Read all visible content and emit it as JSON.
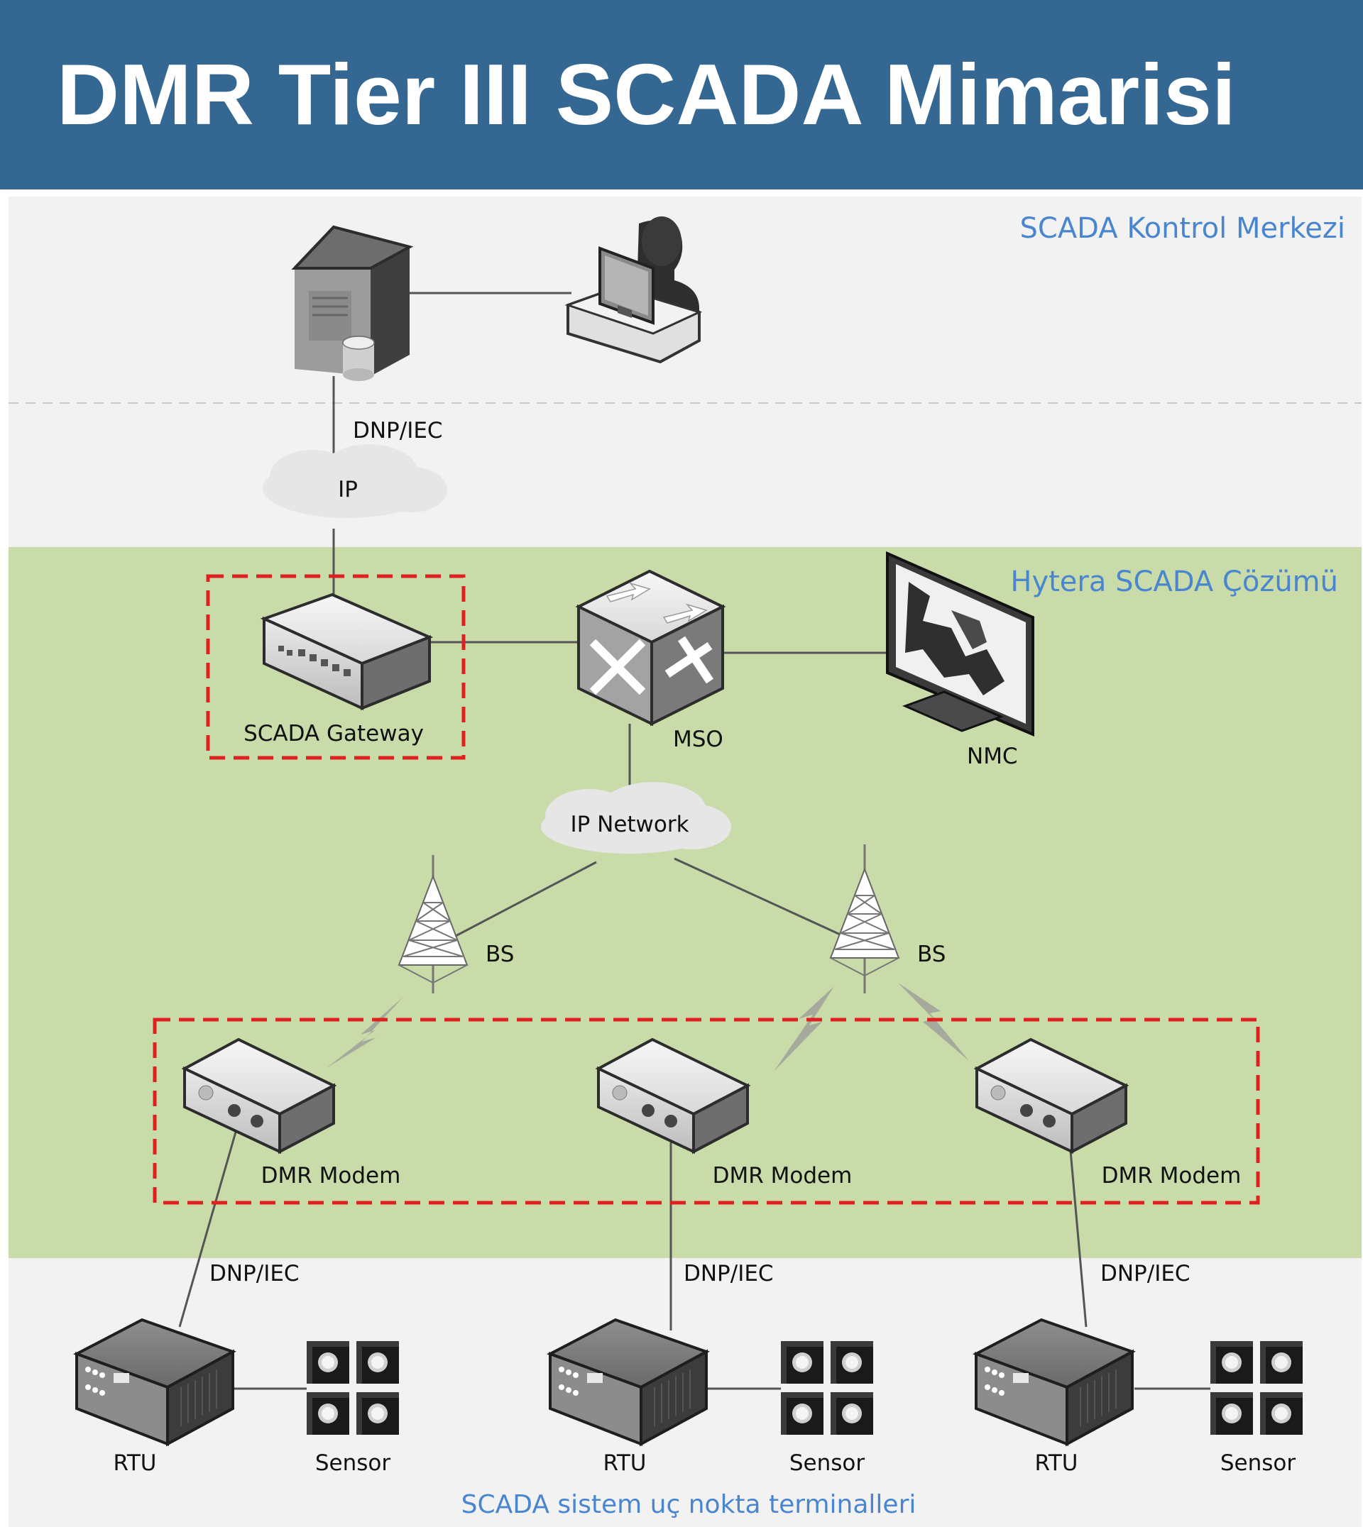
{
  "title": "DMR Tier III SCADA Mimarisi",
  "zones": {
    "control_center": "SCADA Kontrol Merkezi",
    "hytera_solution": "Hytera SCADA Çözümü",
    "terminals": "SCADA sistem  uç nokta terminalleri"
  },
  "labels": {
    "dnp_top": "DNP/IEC",
    "ip_cloud": "IP",
    "scada_gateway": "SCADA Gateway",
    "mso": "MSO",
    "nmc": "NMC",
    "ip_network": "IP Network",
    "bs_left": "BS",
    "bs_right": "BS",
    "modem_1": "DMR Modem",
    "modem_2": "DMR Modem",
    "modem_3": "DMR Modem",
    "dnp_1": "DNP/IEC",
    "dnp_2": "DNP/IEC",
    "dnp_3": "DNP/IEC",
    "rtu_1": "RTU",
    "rtu_2": "RTU",
    "rtu_3": "RTU",
    "sensor_1": "Sensor",
    "sensor_2": "Sensor",
    "sensor_3": "Sensor"
  },
  "colors": {
    "header_bg": "#346892",
    "zone_grey": "#f2f2f2",
    "zone_green": "#c9dba9",
    "zone_text": "#4a86cf",
    "highlight_dash": "#e02020"
  },
  "icons": [
    "server-icon",
    "operator-workstation-icon",
    "cloud-icon",
    "gateway-icon",
    "switch-icon",
    "monitor-icon",
    "tower-icon",
    "lightning-icon",
    "modem-icon",
    "rtu-icon",
    "sensor-icon"
  ]
}
